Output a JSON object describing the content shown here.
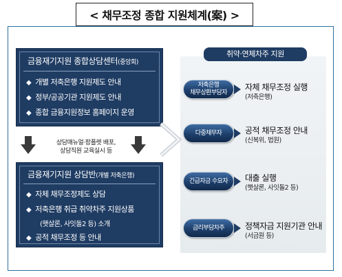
{
  "title": "< 채무조정 종합 지원체계(案) >",
  "left_top": {
    "title_main": "금융재기지원 종합상담센터",
    "title_note": "(중앙회)",
    "items": [
      "개별 저축은행 지원제도 안내",
      "정부/공공기관 지원제도 안내",
      "종합 금융지원정보 홈페이지 운영"
    ]
  },
  "middle_text": {
    "line1": "상담매뉴얼·팜플렛 배포,",
    "line2": "상담직원 교육실시 등"
  },
  "left_bottom": {
    "title_main": "금융재기지원 상담반",
    "title_note": "(개별 저축은행)",
    "items": [
      "자체 채무조정제도 상담",
      "저축은행 취급 취약차주 지원상품",
      "공적 채무조정 등 안내"
    ],
    "subnote": "(햇살론, 사잇돌2 등) 소개"
  },
  "right": {
    "header": "취약·연체차주 지원",
    "rows": [
      {
        "tag_line1": "저축은행",
        "tag_line2": "채무상환부담자",
        "main": "자체 채무조정 실행",
        "sub": "(저축은행)"
      },
      {
        "tag_line1": "다중채무자",
        "tag_line2": "",
        "main": "공적 채무조정 안내",
        "sub": "(신복위, 법원)"
      },
      {
        "tag_line1": "긴급자금 수요자",
        "tag_line2": "",
        "main": "대출 실행",
        "sub": "(햇살론, 사잇돌2 등)"
      },
      {
        "tag_line1": "금리부담차주",
        "tag_line2": "",
        "main": "정책자금 지원기관 안내",
        "sub": "(서금원 등)"
      }
    ]
  },
  "colors": {
    "navy": "#1f3c63",
    "frame": "#2a6d9e",
    "right_bg": "#eceff2"
  }
}
